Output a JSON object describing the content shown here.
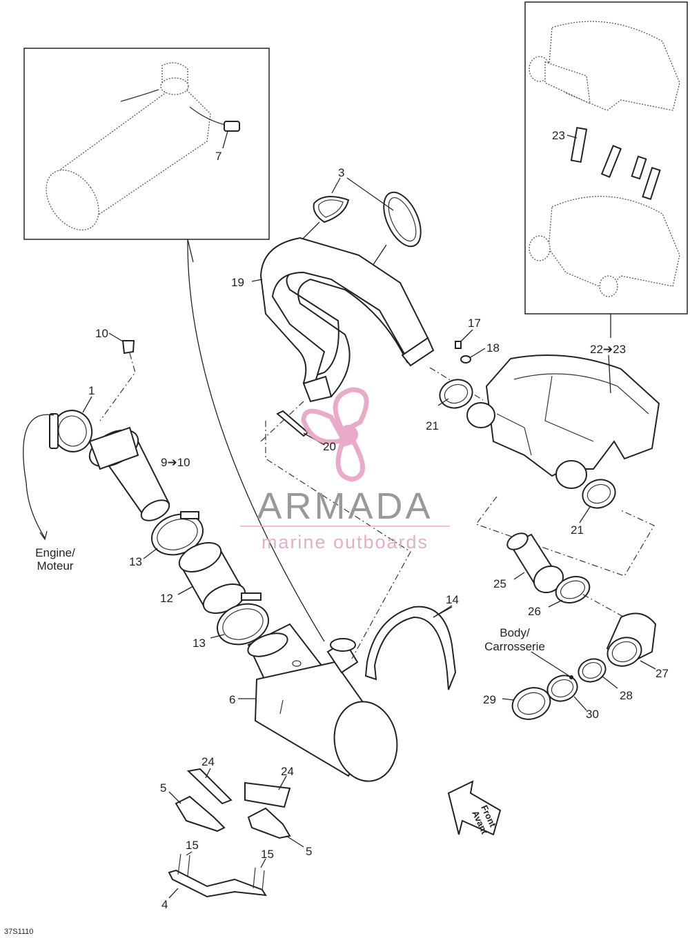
{
  "part_numbers": {
    "p1": "1",
    "p3": "3",
    "p4": "4",
    "p5a": "5",
    "p5b": "5",
    "p6": "6",
    "p7": "7",
    "p9_10": "9➔10",
    "p10": "10",
    "p12": "12",
    "p13a": "13",
    "p13b": "13",
    "p14": "14",
    "p15a": "15",
    "p15b": "15",
    "p17": "17",
    "p18": "18",
    "p19": "19",
    "p20": "20",
    "p21a": "21",
    "p21b": "21",
    "p22_23": "22➔23",
    "p23": "23",
    "p24a": "24",
    "p24b": "24",
    "p25": "25",
    "p26": "26",
    "p27": "27",
    "p28": "28",
    "p29": "29",
    "p30": "30"
  },
  "callouts": {
    "engine_line1": "Engine/",
    "engine_line2": "Moteur",
    "body_line1": "Body/",
    "body_line2": "Carrosserie",
    "front_line1": "Front",
    "front_line2": "Avant"
  },
  "watermark": {
    "brand": "ARMADA",
    "tagline": "marine outboards",
    "color_logo": "#e8a3c4",
    "color_brand": "#8f8f8f"
  },
  "drawing_code": "37S1110"
}
